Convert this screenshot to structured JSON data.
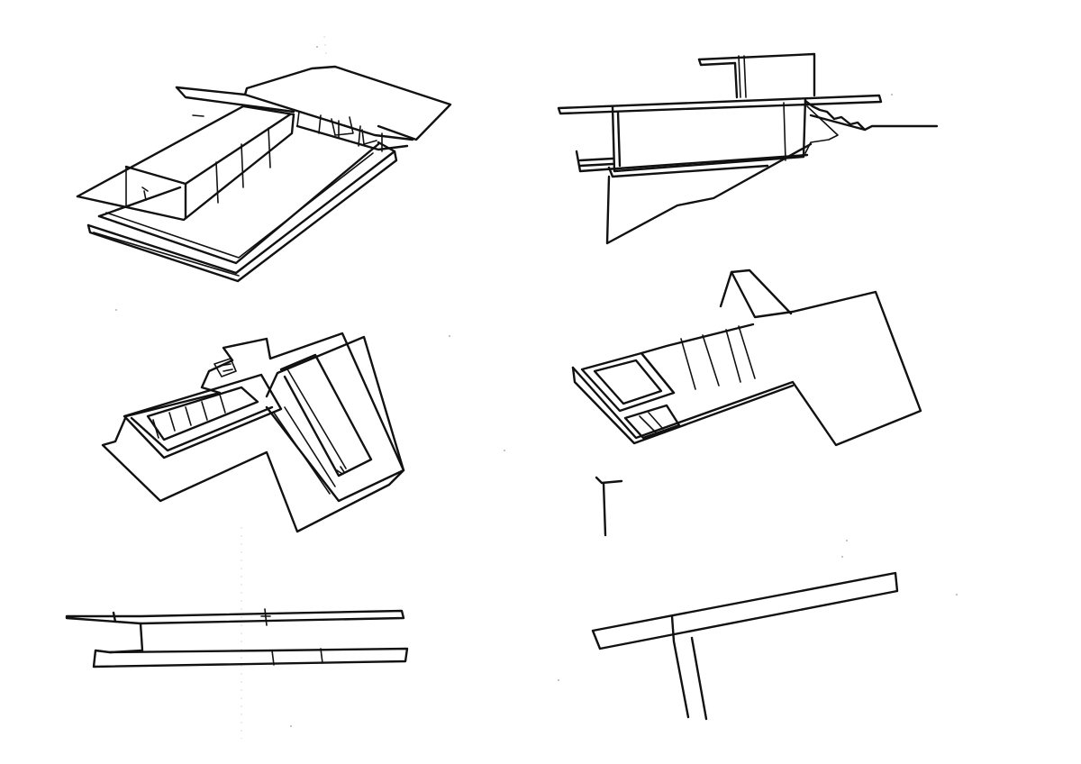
{
  "sheet": {
    "background": "#ffffff",
    "ink_color": "#111111",
    "sketches": [
      {
        "id": "axonometric-overview",
        "kind": "axonometric sketch"
      },
      {
        "id": "section-cantilever",
        "kind": "section sketch"
      },
      {
        "id": "axonometric-t-plan",
        "kind": "axonometric sketch"
      },
      {
        "id": "axonometric-slab-stairs",
        "kind": "axonometric sketch"
      },
      {
        "id": "section-two-slabs",
        "kind": "section diagram"
      },
      {
        "id": "section-t-junction",
        "kind": "section diagram"
      }
    ]
  }
}
